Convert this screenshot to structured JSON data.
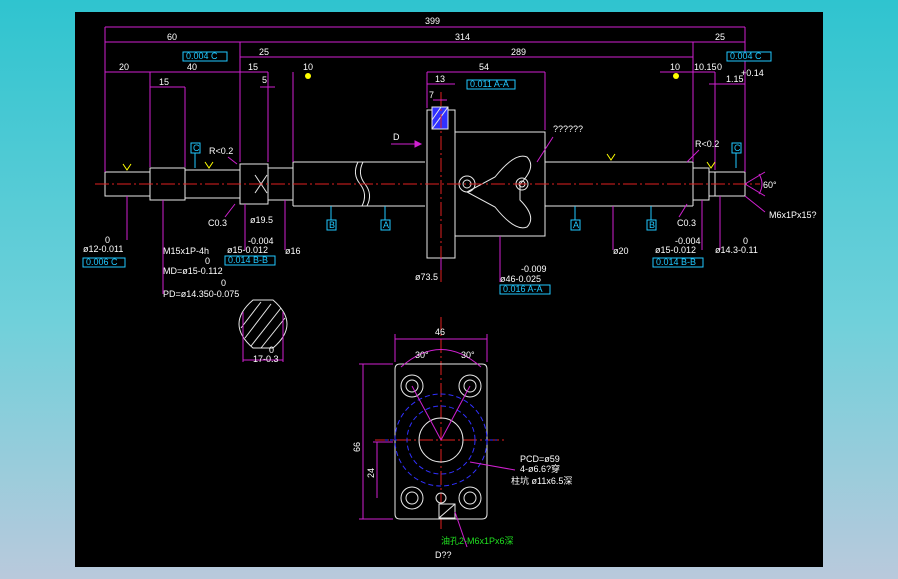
{
  "colors": {
    "dim": "#d020d0",
    "outline": "#e8e8e8",
    "center": "#e02020",
    "text_dim": "#ffffff",
    "text_note": "#20e020",
    "frame": "#20c8ff",
    "hidden": "#3030ff",
    "hatch": "#e8e8e8",
    "marker": "#ffff00"
  },
  "dims": {
    "overall": "399",
    "left_60": "60",
    "right_314": "314",
    "right_25": "25",
    "mid_25": "25",
    "mid_289": "289",
    "left_20": "20",
    "left_40": "40",
    "left_15a": "15",
    "left_15b": "15",
    "left_5": "5",
    "left_10": "10",
    "nut_54": "54",
    "nut_13": "13",
    "nut_7": "7",
    "right_10": "10",
    "right_1015": "10.15",
    "right_0": "0",
    "right_115": "1.15",
    "right_014": "+0.14",
    "flange_46": "46",
    "flange_66": "66",
    "flange_24": "24",
    "angle_30a": "30°",
    "angle_30b": "30°",
    "angle_60": "60°"
  },
  "tolerances": {
    "t1": "0.004 C",
    "t2": "0.004 C",
    "t3": "0.011 A-A",
    "t4": "0.006 C",
    "t5": "0.014 B-B",
    "t6": "0.016 A-A",
    "t7": "0.014 B-B"
  },
  "labels": {
    "r02_left": "R<0.2",
    "r02_right": "R<0.2",
    "c_left": "C",
    "c_right": "C",
    "c03_left": "C0.3",
    "c03_right": "C0.3",
    "d195": "ø19.5",
    "d16": "ø16",
    "d12": "ø12-0.011",
    "d12_top": "0",
    "m15": "M15x1P-4h",
    "md_top": "0",
    "md": "MD=ø15-0.112",
    "pd_top": "0",
    "pd": "PD=ø14.350-0.075",
    "d15_left_top": "-0.004",
    "d15_left": "ø15-0.012",
    "d15_right_top": "-0.004",
    "d15_right": "ø15-0.012",
    "d14_top": "0",
    "d14": "ø14.3-0.11",
    "d735": "ø73.5",
    "d46_top": "-0.009",
    "d46": "ø46-0.025",
    "d20": "ø20",
    "m6": "M6x1Px15?",
    "dir_d": "D",
    "qmarks": "??????",
    "sec_top": "0",
    "sec": "17-0.3",
    "pcd": "PCD=ø59",
    "holes": "4-ø6.6?穿",
    "cbore": "柱坑 ø11x6.5深",
    "oil": "油孔2-M6x1Px6深",
    "view": "D??",
    "datum_a": "A",
    "datum_b": "B"
  }
}
